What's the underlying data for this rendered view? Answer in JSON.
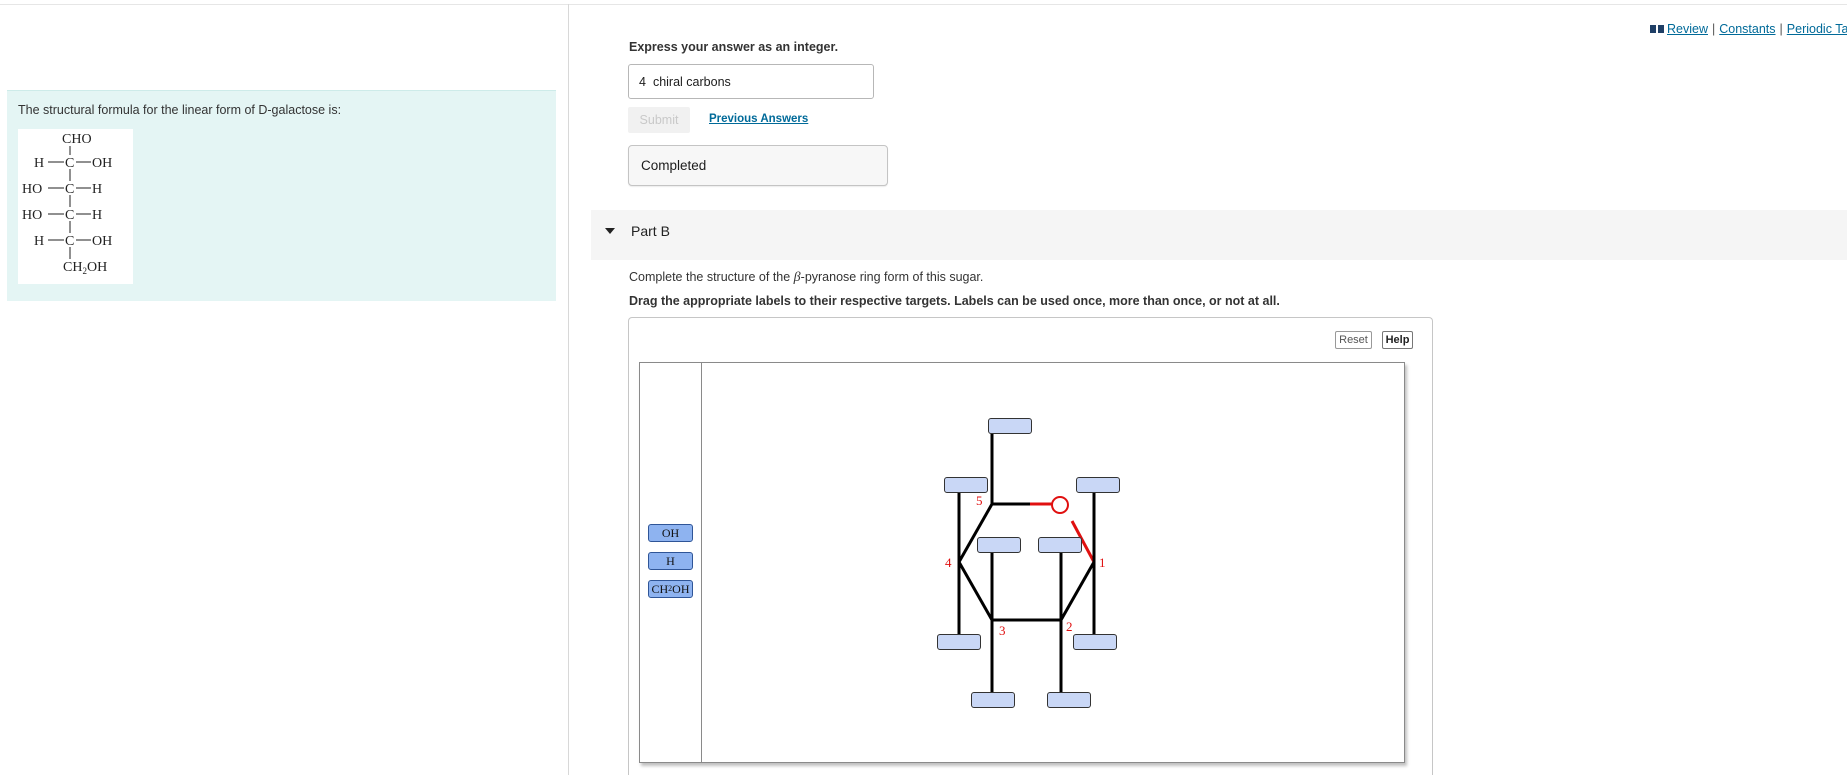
{
  "intro": {
    "text": "The structural formula for the linear form of D-galactose is:",
    "formula": {
      "top": "CHO",
      "rows": [
        {
          "left": "H",
          "right": "OH"
        },
        {
          "left": "HO",
          "right": "H"
        },
        {
          "left": "HO",
          "right": "H"
        },
        {
          "left": "H",
          "right": "OH"
        }
      ],
      "center": "C",
      "bottom_main": "CH",
      "bottom_sub": "2",
      "bottom_tail": "OH"
    }
  },
  "header_links": {
    "review": "Review",
    "constants": "Constants",
    "periodic": "Periodic Ta",
    "separator": "|"
  },
  "part_a": {
    "instruction": "Express your answer as an integer.",
    "answer_value": "4",
    "answer_unit": "chiral carbons",
    "submit_label": "Submit",
    "previous_answers": "Previous Answers",
    "status": "Completed"
  },
  "part_b": {
    "label": "Part B",
    "instruction_pre": "Complete the structure of the ",
    "instruction_beta": "β",
    "instruction_post": "-pyranose ring form of this sugar.",
    "drag_instruction": "Drag the appropriate labels to their respective targets. Labels can be used once, more than once, or not at all.",
    "reset_label": "Reset",
    "help_label": "Help",
    "labels": [
      {
        "text": "OH"
      },
      {
        "text": "H"
      },
      {
        "main": "CH",
        "sub": "2",
        "tail": "OH"
      }
    ],
    "ring": {
      "oxygen": "O",
      "carbon_numbers": [
        "1",
        "2",
        "3",
        "4",
        "5"
      ]
    }
  },
  "colors": {
    "link": "#006a99",
    "intro_bg": "#e4f5f4",
    "chip_fill": "#8eb3f0",
    "target_fill": "#c9d7f6",
    "ring_accent": "#e01010"
  }
}
